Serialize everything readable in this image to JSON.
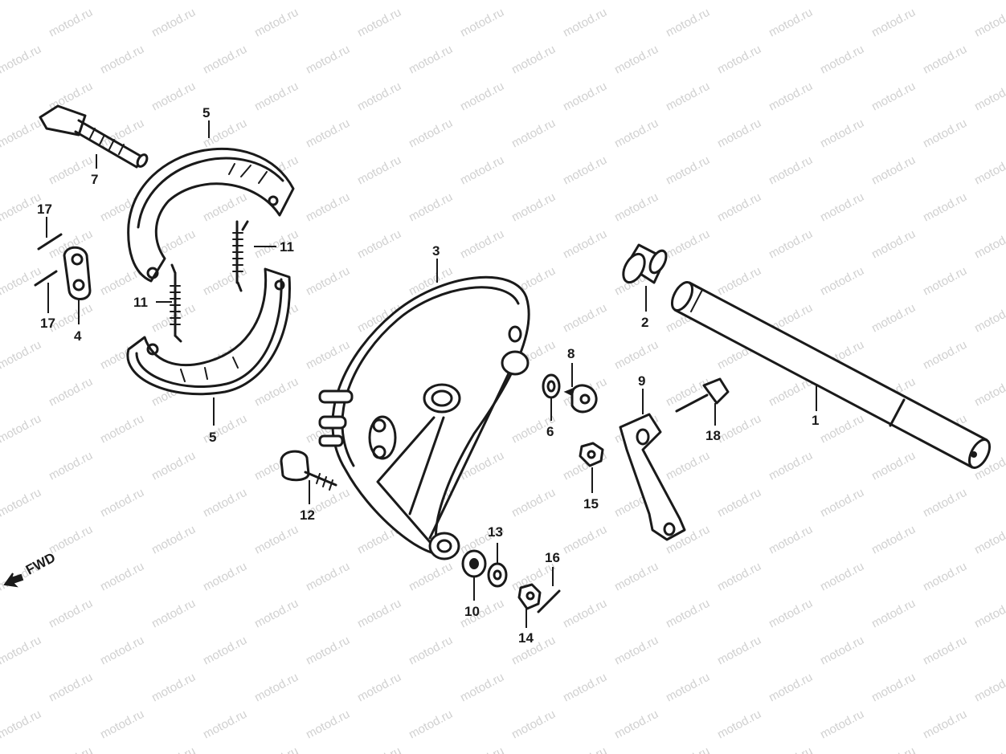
{
  "watermark": "motod.ru",
  "direction_marker": "FWD",
  "callouts": [
    "1",
    "2",
    "3",
    "4",
    "5",
    "5",
    "6",
    "7",
    "8",
    "9",
    "10",
    "11",
    "11",
    "12",
    "13",
    "14",
    "15",
    "16",
    "17",
    "17",
    "18"
  ],
  "colors": {
    "ink": "#1a1a1a",
    "background": "#ffffff",
    "watermark": "#d0d0d0"
  }
}
